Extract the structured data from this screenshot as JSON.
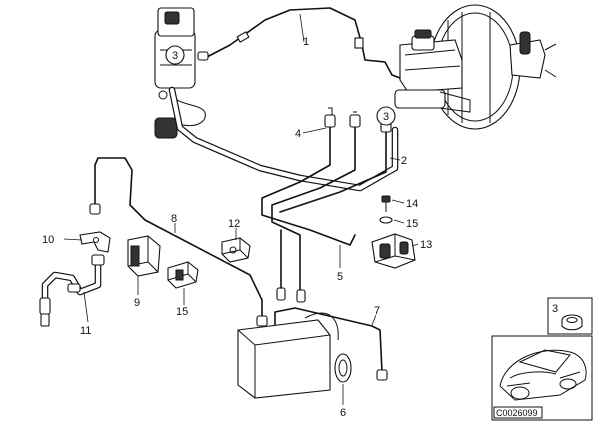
{
  "callouts": {
    "c1": "1",
    "c2": "2",
    "c3a": "3",
    "c3b": "3",
    "c4": "4",
    "c5": "5",
    "c6": "6",
    "c7": "7",
    "c8": "8",
    "c9": "9",
    "c10": "10",
    "c11": "11",
    "c12": "12",
    "c13": "13",
    "c14": "14",
    "c15a": "15",
    "c15b": "15",
    "c3inset": "3"
  },
  "reference_code": "C0026099"
}
